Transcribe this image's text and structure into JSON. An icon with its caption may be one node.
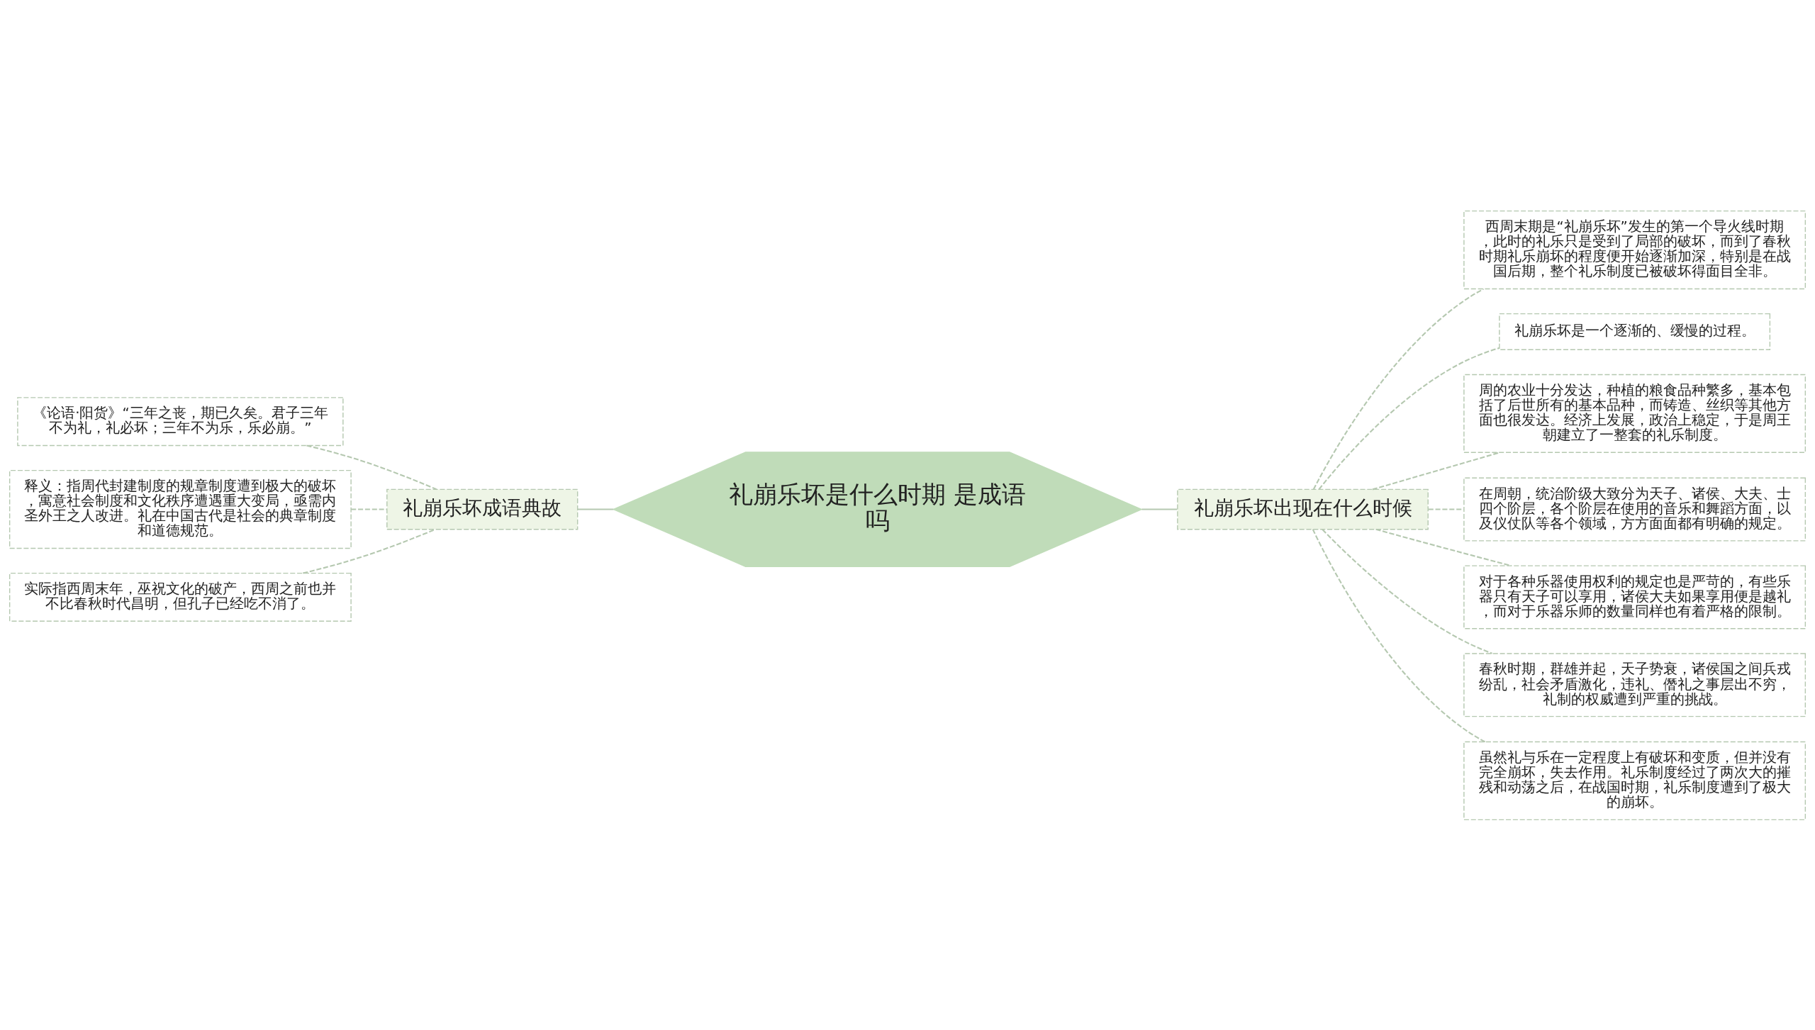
{
  "diagram": {
    "nodes": [
      {
        "text": [
          "礼崩乐坏是什么时期 是成语吗"
        ]
      },
      {
        "text": [
          "礼崩乐坏成语典故"
        ]
      },
      {
        "text": [
          "《论语·阳货》“三年之丧，期已久矣。君子三年不为礼，礼必坏；三年不为乐，乐必崩。”"
        ]
      },
      {
        "text": [
          "释义：指周代封建制度的规章制度遭到极大的破坏，寓意社会制度和文化秩序遭遇重大变局，亟需内圣外王之人改进。礼在中国古代是社会的典章制度和道德规范。"
        ]
      },
      {
        "text": [
          "实际指西周末年，巫祝文化的破产，西周之前也并不比春秋时代昌明，但孔子已经吃不消了。"
        ]
      },
      {
        "text": [
          "礼崩乐坏出现在什么时候"
        ]
      },
      {
        "text": [
          "西周末期是“礼崩乐坏”发生的第一个导火线时期，此时的礼乐只是受到了局部的破坏，而到了春秋时期礼乐崩坏的程度便开始逐渐加深，特别是在战国后期，整个礼乐制度已被破坏得面目全非。"
        ]
      },
      {
        "text": [
          "礼崩乐坏是一个逐渐的、缓慢的过程。"
        ]
      },
      {
        "text": [
          "周的农业十分发达，种植的粮食品种繁多，基本包括了后世所有的基本品种，而铸造、丝织等其他方面也很发达。经济上发展，政治上稳定，于是周王朝建立了一整套的礼乐制度。"
        ]
      },
      {
        "text": [
          "在周朝，统治阶级大致分为天子、诸侯、大夫、士四个阶层，各个阶层在使用的音乐和舞蹈方面，以及仪仗队等各个领域，方方面面都有明确的规定。"
        ]
      },
      {
        "text": [
          "对于各种乐器使用权利的规定也是严苛的，有些乐器只有天子可以享用，诸侯大夫如果享用便是越礼，而对于乐器乐师的数量同样也有着严格的限制。"
        ]
      },
      {
        "text": [
          "春秋时期，群雄并起，天子势衰，诸侯国之间兵戎纷乱，社会矛盾激化，违礼、僭礼之事层出不穷，礼制的权威遭到严重的挑战。"
        ]
      },
      {
        "text": [
          "虽然礼与乐在一定程度上有破坏和变质，但并没有完全崩坏，失去作用。礼乐制度经过了两次大的摧残和动荡之后，在战国时期，礼乐制度遭到了极大的崩坏。"
        ]
      }
    ],
    "edges": [
      {
        "from": 0,
        "to": 1,
        "arrow": "none"
      },
      {
        "from": 1,
        "to": 2,
        "arrow": "none",
        "style": "dashed"
      },
      {
        "from": 1,
        "to": 3,
        "arrow": "none",
        "style": "dashed"
      },
      {
        "from": 1,
        "to": 4,
        "arrow": "none",
        "style": "dashed"
      },
      {
        "from": 0,
        "to": 5,
        "arrow": "none"
      },
      {
        "from": 5,
        "to": 6,
        "arrow": "none",
        "style": "dashed"
      },
      {
        "from": 5,
        "to": 7,
        "arrow": "none",
        "style": "dashed"
      },
      {
        "from": 5,
        "to": 8,
        "arrow": "none",
        "style": "dashed"
      },
      {
        "from": 5,
        "to": 9,
        "arrow": "none",
        "style": "dashed"
      },
      {
        "from": 5,
        "to": 10,
        "arrow": "none",
        "style": "dashed"
      },
      {
        "from": 5,
        "to": 11,
        "arrow": "none",
        "style": "dashed"
      },
      {
        "from": 5,
        "to": 12,
        "arrow": "none",
        "style": "dashed"
      }
    ]
  }
}
